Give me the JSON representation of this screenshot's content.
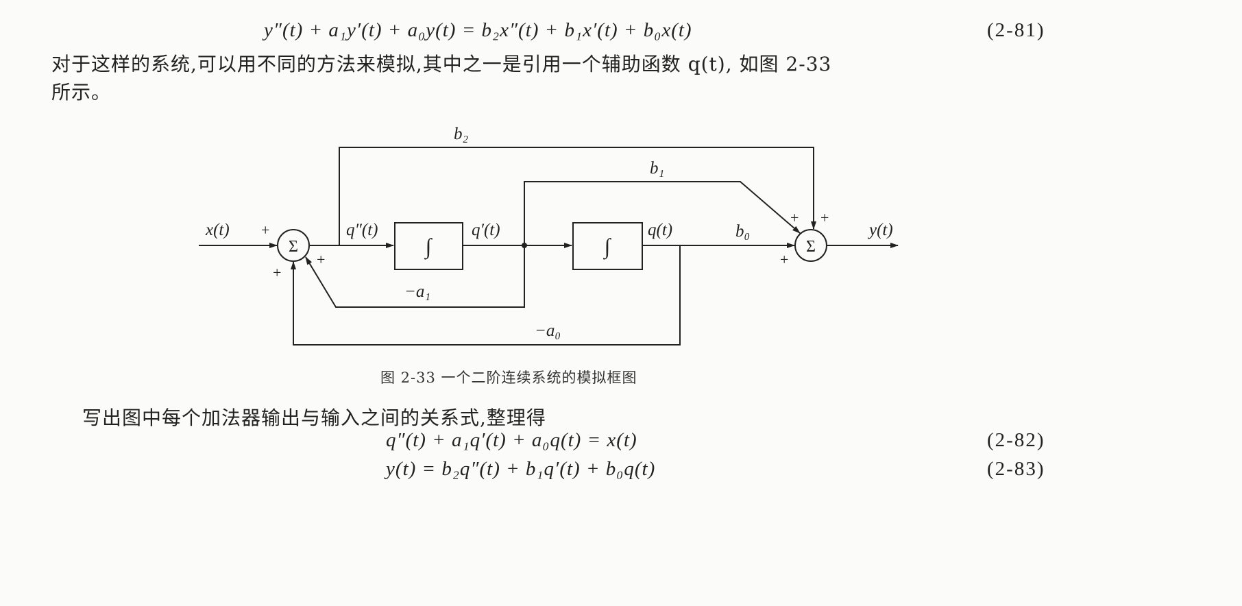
{
  "equations": {
    "eq_2_81": {
      "text": "y″(t) + a₁y′(t) + a₀y(t) = b₂x″(t) + b₁x′(t) + b₀x(t)",
      "number": "(2-81)"
    },
    "eq_2_82": {
      "text": "q″(t) + a₁q′(t) + a₀q(t) = x(t)",
      "number": "(2-82)"
    },
    "eq_2_83": {
      "text": "y(t) = b₂q″(t) + b₁q′(t) + b₀q(t)",
      "number": "(2-83)"
    }
  },
  "paragraphs": {
    "p1_line1": "对于这样的系统,可以用不同的方法来模拟,其中之一是引用一个辅助函数 q(t), 如图 2-33",
    "p1_line2": "所示。",
    "p2": "写出图中每个加法器输出与输入之间的关系式,整理得"
  },
  "figure": {
    "caption": "图 2-33   一个二阶连续系统的模拟框图",
    "labels": {
      "input": "x(t)",
      "output": "y(t)",
      "q2": "q″(t)",
      "q1": "q′(t)",
      "q0": "q(t)",
      "b2": "b₂",
      "b1": "b₁",
      "b0": "b₀",
      "neg_a1": "−a₁",
      "neg_a0": "−a₀",
      "sigma": "Σ",
      "integral": "∫",
      "plus": "+"
    }
  }
}
